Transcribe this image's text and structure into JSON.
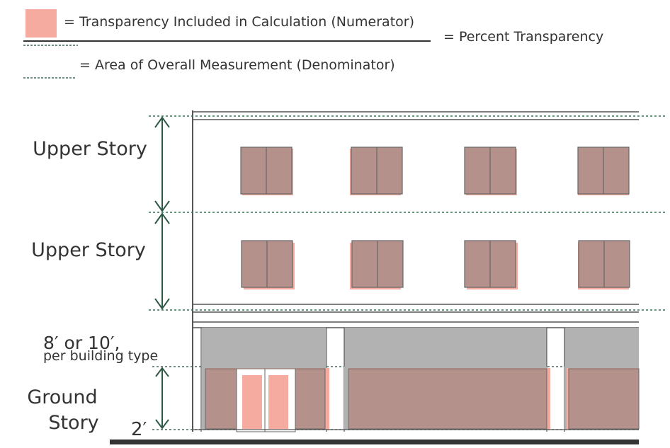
{
  "legend": {
    "numerator_label": "= Transparency Included in Calculation (Numerator)",
    "denominator_label": "= Area of Overall Measurement (Denominator)",
    "result_label": "= Percent Transparency"
  },
  "labels": {
    "upper_story_1": "Upper Story",
    "upper_story_2": "Upper Story",
    "height_line1": "8′ or 10′,",
    "height_line2": "per building type",
    "ground_line1": "Ground",
    "ground_line2": "Story",
    "two_feet": "2′"
  },
  "colors": {
    "transparency": "#f5aba0",
    "window_fill": "#b5918c",
    "frame_gray": "#b2b2b2",
    "dashed_green": "#3f6f57",
    "arrow_green": "#2e5a45",
    "outline": "#555555",
    "ground_bar": "#333333"
  },
  "icons": {
    "dimension_arrow": "double-headed-arrow-icon",
    "legend_swatch": "pink-square-swatch",
    "legend_dash": "dashed-line-swatch"
  }
}
